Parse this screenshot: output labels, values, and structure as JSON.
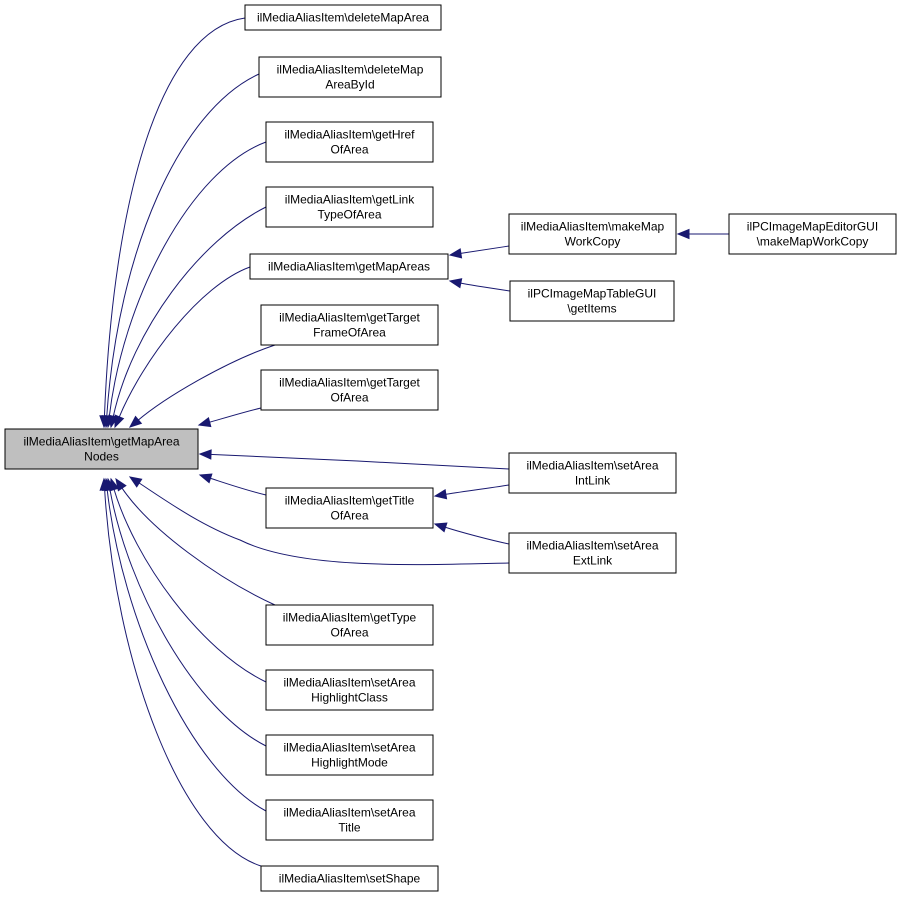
{
  "diagram": {
    "type": "call-graph",
    "edge_color": "#191970",
    "root_fill": "#bfbfbf",
    "nodes": [
      {
        "id": "root",
        "lines": [
          "ilMediaAliasItem\\getMapArea",
          "Nodes"
        ],
        "highlighted": true
      },
      {
        "id": "deleteMapArea",
        "lines": [
          "ilMediaAliasItem\\deleteMapArea"
        ]
      },
      {
        "id": "deleteMapAreaById",
        "lines": [
          "ilMediaAliasItem\\deleteMap",
          "AreaById"
        ]
      },
      {
        "id": "getHrefOfArea",
        "lines": [
          "ilMediaAliasItem\\getHref",
          "OfArea"
        ]
      },
      {
        "id": "getLinkTypeOfArea",
        "lines": [
          "ilMediaAliasItem\\getLink",
          "TypeOfArea"
        ]
      },
      {
        "id": "getMapAreas",
        "lines": [
          "ilMediaAliasItem\\getMapAreas"
        ]
      },
      {
        "id": "getTargetFrameOfArea",
        "lines": [
          "ilMediaAliasItem\\getTarget",
          "FrameOfArea"
        ]
      },
      {
        "id": "getTargetOfArea",
        "lines": [
          "ilMediaAliasItem\\getTarget",
          "OfArea"
        ]
      },
      {
        "id": "getTitleOfArea",
        "lines": [
          "ilMediaAliasItem\\getTitle",
          "OfArea"
        ]
      },
      {
        "id": "getTypeOfArea",
        "lines": [
          "ilMediaAliasItem\\getType",
          "OfArea"
        ]
      },
      {
        "id": "setAreaHighlightClass",
        "lines": [
          "ilMediaAliasItem\\setArea",
          "HighlightClass"
        ]
      },
      {
        "id": "setAreaHighlightMode",
        "lines": [
          "ilMediaAliasItem\\setArea",
          "HighlightMode"
        ]
      },
      {
        "id": "setAreaTitle",
        "lines": [
          "ilMediaAliasItem\\setArea",
          "Title"
        ]
      },
      {
        "id": "setShape",
        "lines": [
          "ilMediaAliasItem\\setShape"
        ]
      },
      {
        "id": "makeMapWorkCopy",
        "lines": [
          "ilMediaAliasItem\\makeMap",
          "WorkCopy"
        ]
      },
      {
        "id": "getItems",
        "lines": [
          "ilPCImageMapTableGUI",
          "\\getItems"
        ]
      },
      {
        "id": "editorMakeMapWorkCopy",
        "lines": [
          "ilPCImageMapEditorGUI",
          "\\makeMapWorkCopy"
        ]
      },
      {
        "id": "setAreaIntLink",
        "lines": [
          "ilMediaAliasItem\\setArea",
          "IntLink"
        ]
      },
      {
        "id": "setAreaExtLink",
        "lines": [
          "ilMediaAliasItem\\setArea",
          "ExtLink"
        ]
      }
    ],
    "edges": [
      {
        "from": "deleteMapArea",
        "to": "root"
      },
      {
        "from": "deleteMapAreaById",
        "to": "root"
      },
      {
        "from": "getHrefOfArea",
        "to": "root"
      },
      {
        "from": "getLinkTypeOfArea",
        "to": "root"
      },
      {
        "from": "getMapAreas",
        "to": "root"
      },
      {
        "from": "getTargetFrameOfArea",
        "to": "root"
      },
      {
        "from": "getTargetOfArea",
        "to": "root"
      },
      {
        "from": "setAreaIntLink",
        "to": "root"
      },
      {
        "from": "getTitleOfArea",
        "to": "root"
      },
      {
        "from": "setAreaExtLink",
        "to": "root"
      },
      {
        "from": "getTypeOfArea",
        "to": "root"
      },
      {
        "from": "setAreaHighlightClass",
        "to": "root"
      },
      {
        "from": "setAreaHighlightMode",
        "to": "root"
      },
      {
        "from": "setAreaTitle",
        "to": "root"
      },
      {
        "from": "setShape",
        "to": "root"
      },
      {
        "from": "makeMapWorkCopy",
        "to": "getMapAreas"
      },
      {
        "from": "getItems",
        "to": "getMapAreas"
      },
      {
        "from": "editorMakeMapWorkCopy",
        "to": "makeMapWorkCopy"
      },
      {
        "from": "setAreaIntLink",
        "to": "getTitleOfArea"
      },
      {
        "from": "setAreaExtLink",
        "to": "getTitleOfArea"
      }
    ]
  }
}
